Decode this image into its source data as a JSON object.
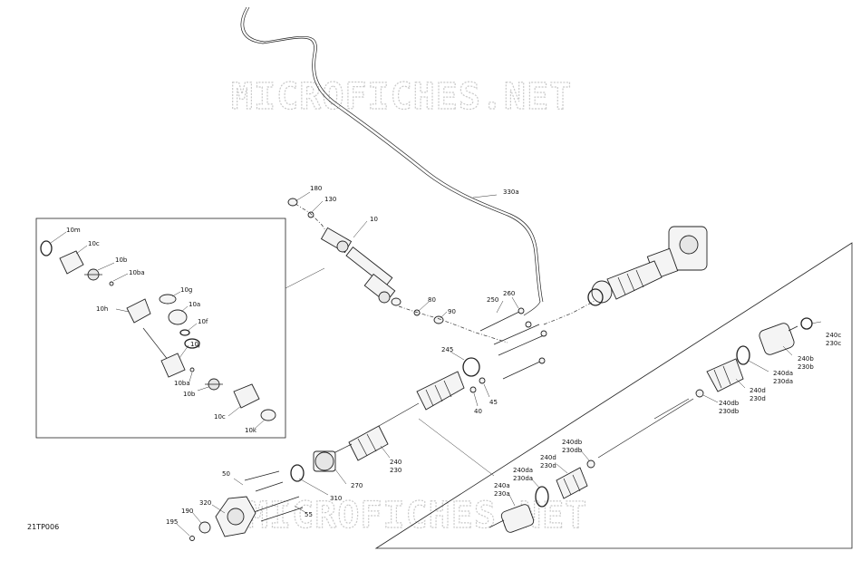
{
  "diagram_code": "21TP006",
  "watermark": "MICROFICHES.NET",
  "parts": {
    "p330a": "330a",
    "p180": "180",
    "p130": "130",
    "p10": "10",
    "p80": "80",
    "p90": "90",
    "p250": "250",
    "p260": "260",
    "p245": "245",
    "p45": "45",
    "p40": "40",
    "p240": "240",
    "p230": "230",
    "p270": "270",
    "p50": "50",
    "p310": "310",
    "p320": "320",
    "p190": "190",
    "p195": "195",
    "p55": "55"
  },
  "inset": {
    "p10m": "10m",
    "p10c_top": "10c",
    "p10b_top": "10b",
    "p10ba_top": "10ba",
    "p10g": "10g",
    "p10h": "10h",
    "p10a": "10a",
    "p10f": "10f",
    "p10j": "10j",
    "p10ba_bot": "10ba",
    "p10b_bot": "10b",
    "p10c_bot": "10c",
    "p10k": "10k"
  },
  "detail": {
    "p240c": "240c",
    "p230c": "230c",
    "p240b": "240b",
    "p230b": "230b",
    "p240da_r": "240da",
    "p230da_r": "230da",
    "p240d_r": "240d",
    "p230d_r": "230d",
    "p240db_r": "240db",
    "p230db_r": "230db",
    "p240db_l": "240db",
    "p230db_l": "230db",
    "p240d_l": "240d",
    "p230d_l": "230d",
    "p240da_l": "240da",
    "p230da_l": "230da",
    "p240a": "240a",
    "p230a": "230a"
  }
}
